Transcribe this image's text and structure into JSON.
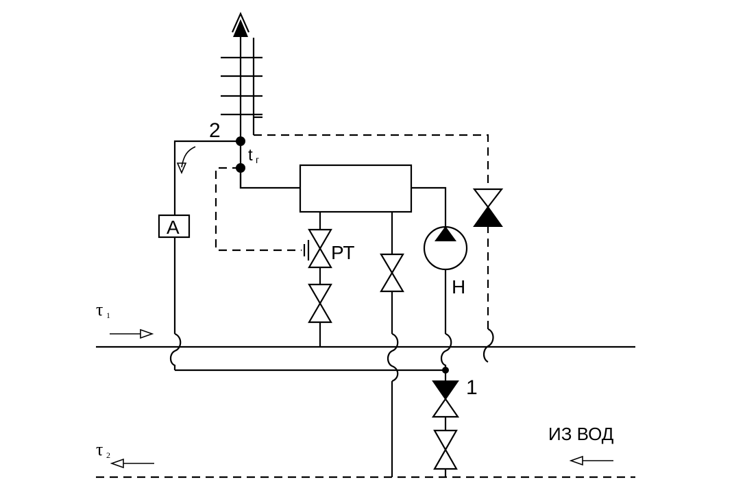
{
  "labels": {
    "node_2": "2",
    "node_1": "1",
    "t_main": "t",
    "t_sub": "г",
    "sensor_a": "A",
    "regulator_rt": "РТ",
    "pump_h": "Н",
    "tau1_main": "τ",
    "tau1_sub": "1",
    "tau2_main": "τ",
    "tau2_sub": "2",
    "water_supply": "ИЗ ВОД"
  },
  "colors": {
    "line": "#000000",
    "background": "#ffffff"
  }
}
